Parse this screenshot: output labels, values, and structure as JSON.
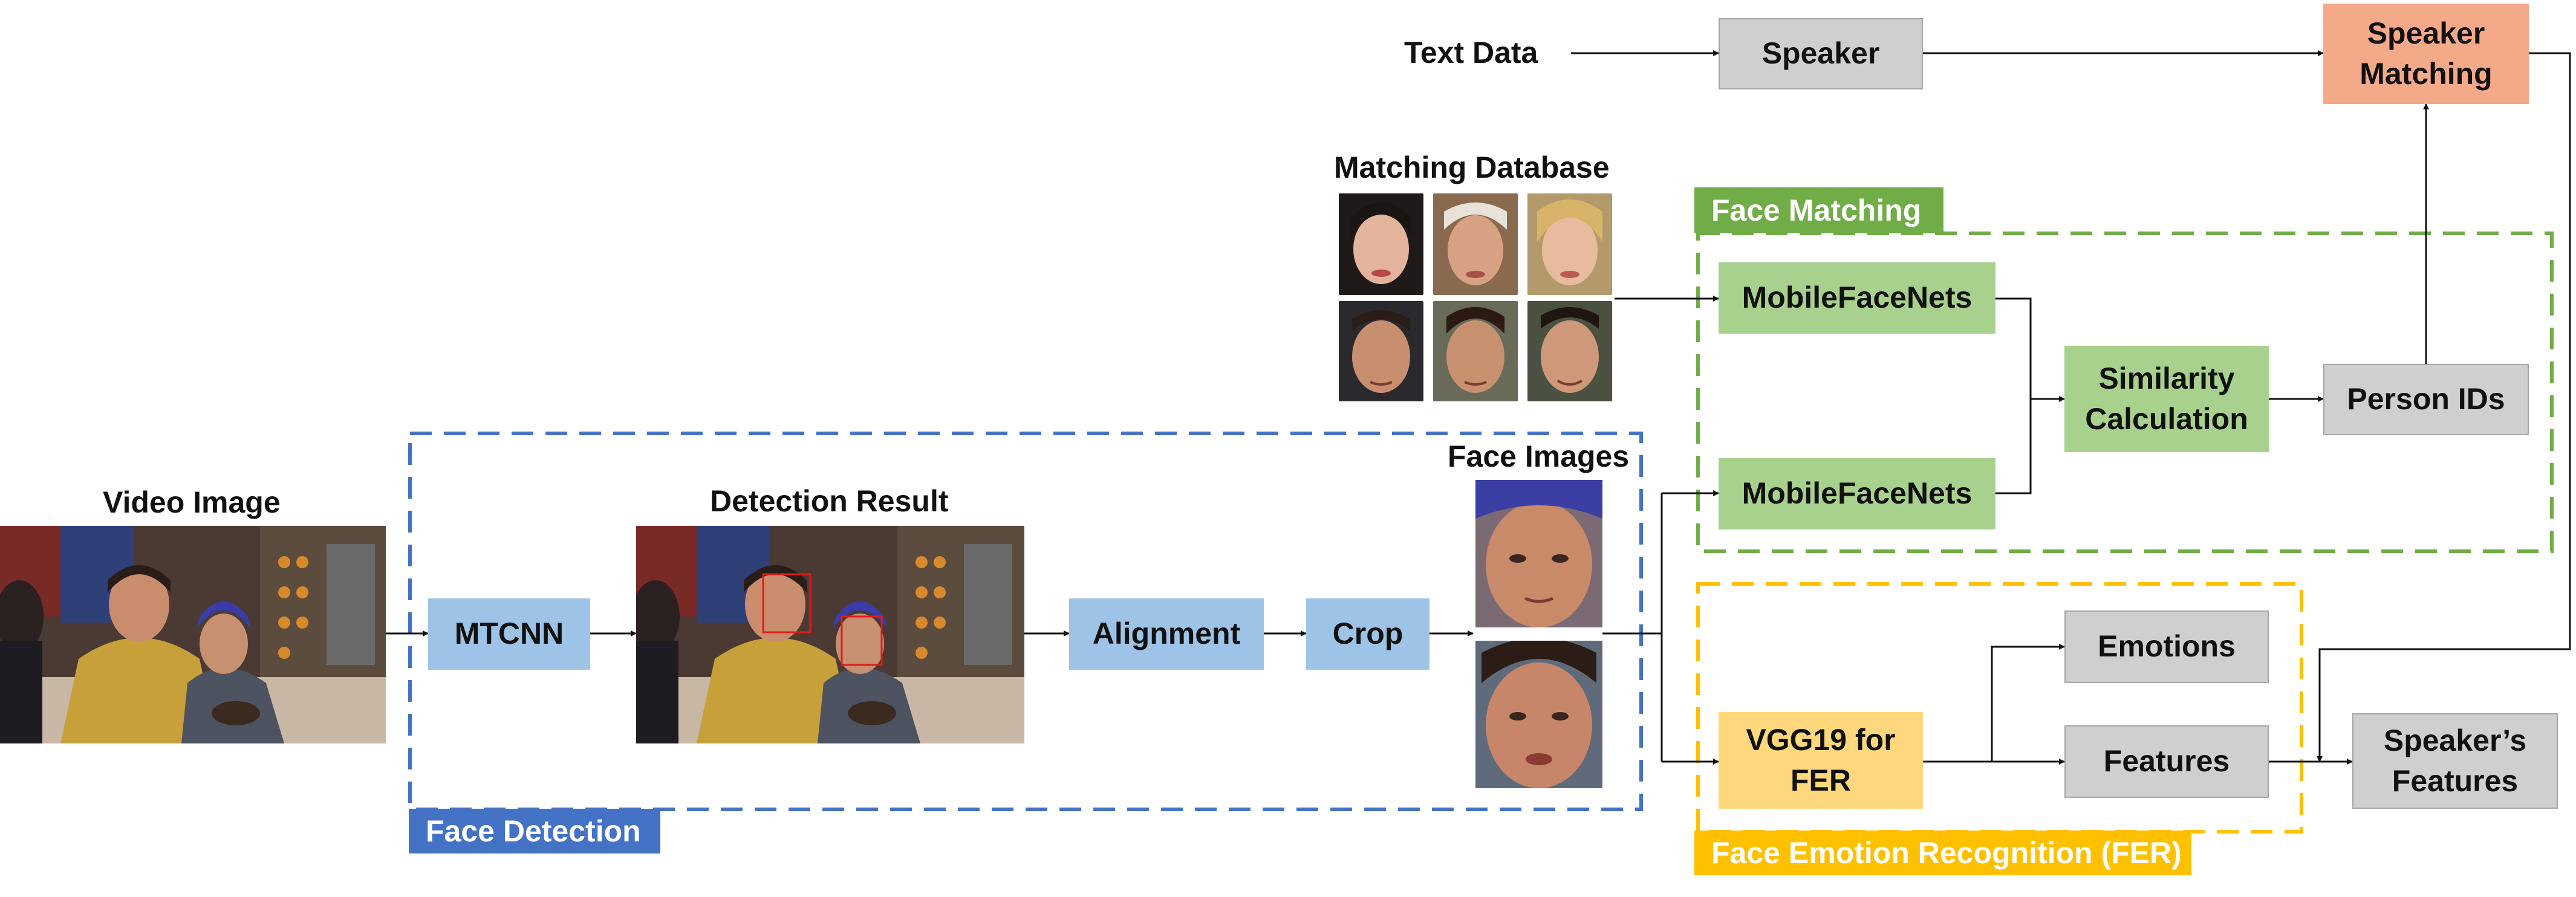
{
  "labels": {
    "text_data": "Text Data",
    "matching_database": "Matching Database",
    "video_image": "Video Image",
    "detection_result": "Detection Result",
    "face_images": "Face Images"
  },
  "boxes": {
    "speaker": "Speaker",
    "speaker_matching": "Speaker\nMatching",
    "mobilefacenets_top": "MobileFaceNets",
    "mobilefacenets_bottom": "MobileFaceNets",
    "similarity": "Similarity\nCalculation",
    "person_ids": "Person IDs",
    "mtcnn": "MTCNN",
    "alignment": "Alignment",
    "crop": "Crop",
    "vgg19": "VGG19 for\nFER",
    "emotions": "Emotions",
    "features": "Features",
    "speakers_features": "Speaker’s\nFeatures"
  },
  "regions": {
    "face_matching": "Face Matching",
    "face_detection": "Face Detection",
    "fer": "Face Emotion Recognition (FER)"
  },
  "colors": {
    "process_blue": "#9dc3e6",
    "matching_green": "#a9d18e",
    "output_gray": "#cfcfcf",
    "fer_yellow": "#ffd87d",
    "speaker_matching_salmon": "#f4a989",
    "detection_region": "#4472c4",
    "matching_region": "#70ad47",
    "fer_region": "#ffc000"
  }
}
